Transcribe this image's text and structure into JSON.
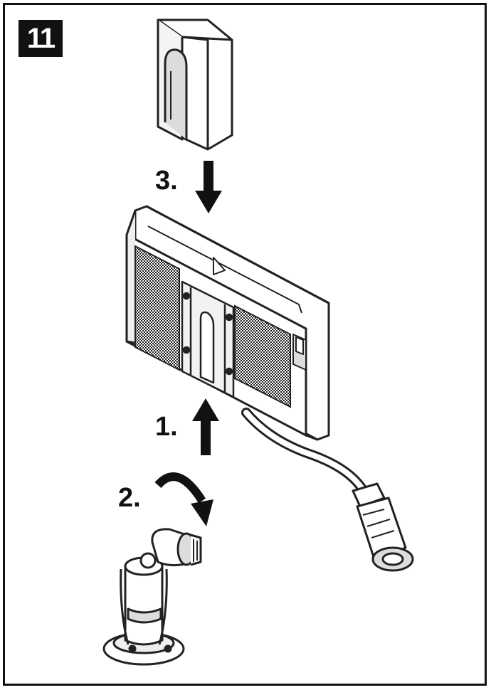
{
  "step_number": "11",
  "labels": {
    "step1": "1.",
    "step2": "2.",
    "step3": "3."
  },
  "colors": {
    "ink": "#111111",
    "line": "#222222",
    "shade": "#cfcfcf",
    "paper": "#ffffff"
  }
}
